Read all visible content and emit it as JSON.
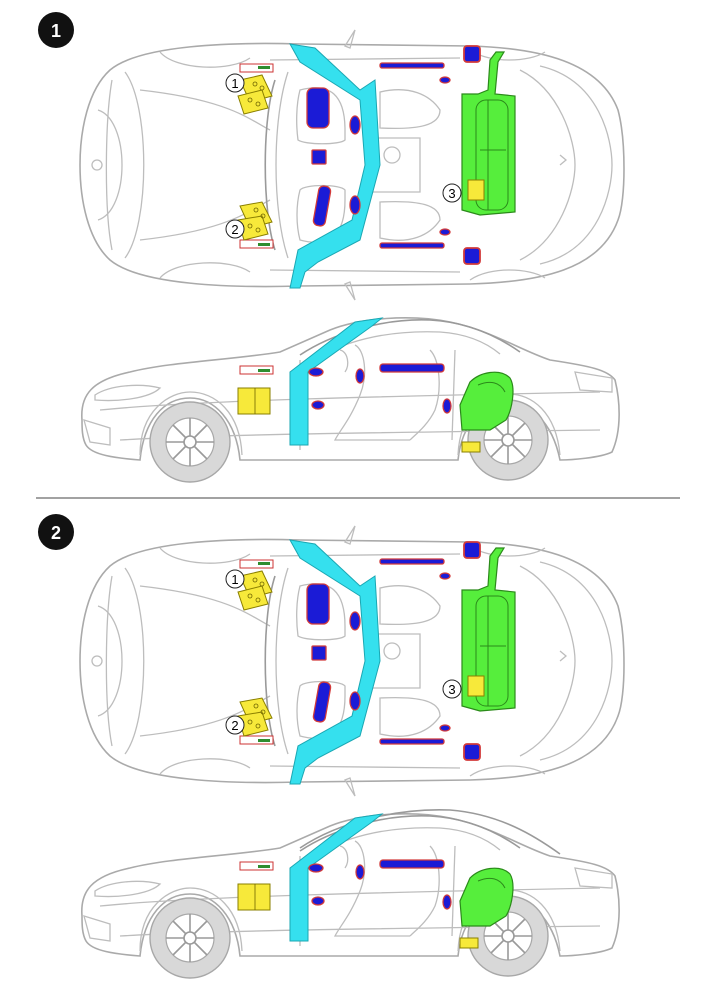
{
  "sections": [
    {
      "badge": "1",
      "callouts": [
        "1",
        "2",
        "3"
      ]
    },
    {
      "badge": "2",
      "callouts": [
        "1",
        "2",
        "3"
      ]
    }
  ],
  "colors": {
    "pillar": "#35e0ee",
    "battery": "#f7e93a",
    "fuel_tank": "#56ee3c",
    "airbag": "#1b1bd6",
    "airbag_outline": "#d23a3a",
    "fuse_green": "#2f8d2f"
  }
}
